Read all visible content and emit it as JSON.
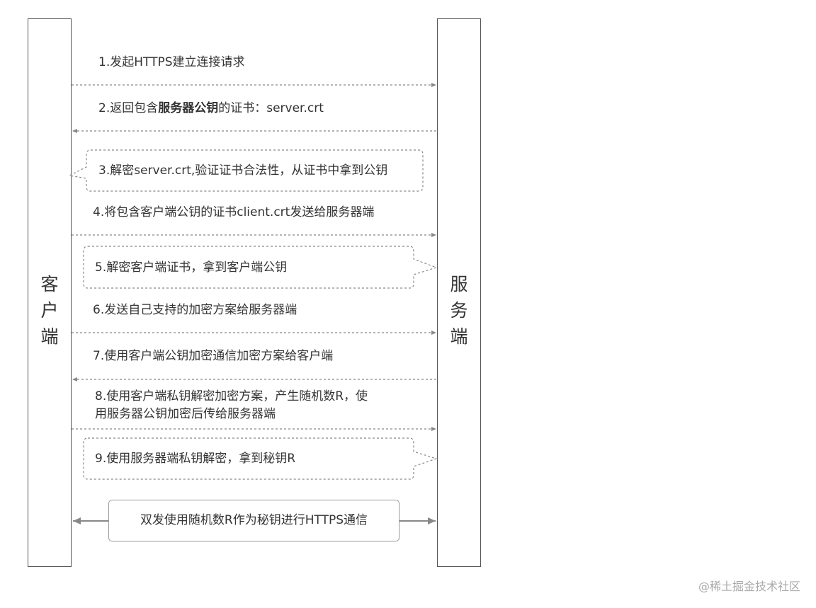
{
  "lanes": {
    "client": [
      "客",
      "户",
      "端"
    ],
    "server": [
      "服",
      "务",
      "端"
    ]
  },
  "steps": {
    "s1": "1.发起HTTPS建立连接请求",
    "s2_pre": "2.返回包含",
    "s2_bold": "服务器公钥",
    "s2_post": "的证书：server.crt",
    "s3": "3.解密server.crt,验证证书合法性，从证书中拿到公钥",
    "s4": "4.将包含客户端公钥的证书client.crt发送给服务器端",
    "s5": "5.解密客户端证书，拿到客户端公钥",
    "s6": "6.发送自己支持的加密方案给服务器端",
    "s7": "7.使用客户端公钥加密通信加密方案给客户端",
    "s8_line1": "8.使用客户端私钥解密加密方案，产生随机数R，使",
    "s8_line2": "用服务器公钥加密后传给服务器端",
    "s9": "9.使用服务器端私钥解密，拿到秘钥R",
    "final": "双发使用随机数R作为秘钥进行HTTPS通信"
  },
  "watermark": "@稀土掘金技术社区",
  "colors": {
    "line": "#555555",
    "dashed": "#888888",
    "text": "#333333",
    "watermark": "#aaaaaa"
  }
}
